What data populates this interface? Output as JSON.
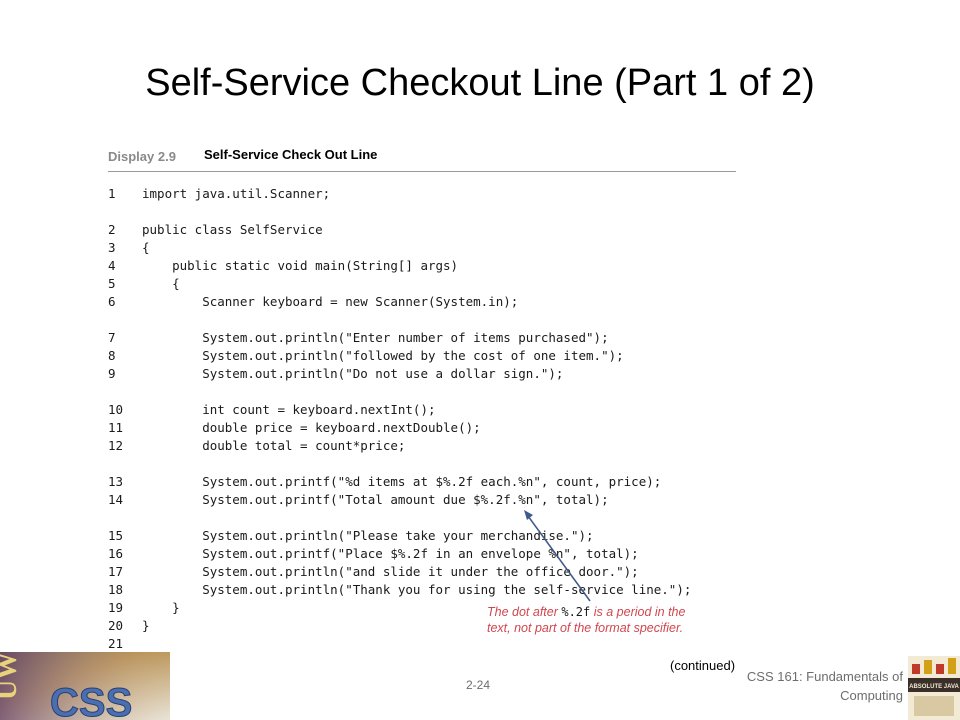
{
  "slide": {
    "title": "Self-Service Checkout Line (Part 1 of 2)",
    "display_number": "Display 2.9",
    "display_title": "Self-Service Check Out Line",
    "slide_number": "2-24",
    "course_line1": "CSS 161: Fundamentals of",
    "course_line2": "Computing",
    "continued": "(continued)"
  },
  "code_lines": [
    {
      "n": "1",
      "text": "import java.util.Scanner;"
    },
    {
      "n": "2",
      "text": "public class SelfService"
    },
    {
      "n": "3",
      "text": "{"
    },
    {
      "n": "4",
      "text": "    public static void main(String[] args)"
    },
    {
      "n": "5",
      "text": "    {"
    },
    {
      "n": "6",
      "text": "        Scanner keyboard = new Scanner(System.in);"
    },
    {
      "n": "7",
      "text": "        System.out.println(\"Enter number of items purchased\");"
    },
    {
      "n": "8",
      "text": "        System.out.println(\"followed by the cost of one item.\");"
    },
    {
      "n": "9",
      "text": "        System.out.println(\"Do not use a dollar sign.\");"
    },
    {
      "n": "10",
      "text": "        int count = keyboard.nextInt();"
    },
    {
      "n": "11",
      "text": "        double price = keyboard.nextDouble();"
    },
    {
      "n": "12",
      "text": "        double total = count*price;"
    },
    {
      "n": "13",
      "text": "        System.out.printf(\"%d items at $%.2f each.%n\", count, price);"
    },
    {
      "n": "14",
      "text": "        System.out.printf(\"Total amount due $%.2f.%n\", total);"
    },
    {
      "n": "15",
      "text": "        System.out.println(\"Please take your merchandise.\");"
    },
    {
      "n": "16",
      "text": "        System.out.printf(\"Place $%.2f in an envelope %n\", total);"
    },
    {
      "n": "17",
      "text": "        System.out.println(\"and slide it under the office door.\");"
    },
    {
      "n": "18",
      "text": "        System.out.println(\"Thank you for using the self-service line.\");"
    },
    {
      "n": "19",
      "text": "    }"
    },
    {
      "n": "20",
      "text": "}"
    },
    {
      "n": "21",
      "text": ""
    }
  ],
  "annotation": {
    "part1": "The dot after ",
    "code": "%.2f",
    "part2": " is a period in the",
    "line2": "text, not part of the format specifier."
  },
  "logo": {
    "letters_top": "UWB",
    "letters_main": "CSS"
  },
  "book": {
    "label": "ABSOLUTE JAVA"
  }
}
